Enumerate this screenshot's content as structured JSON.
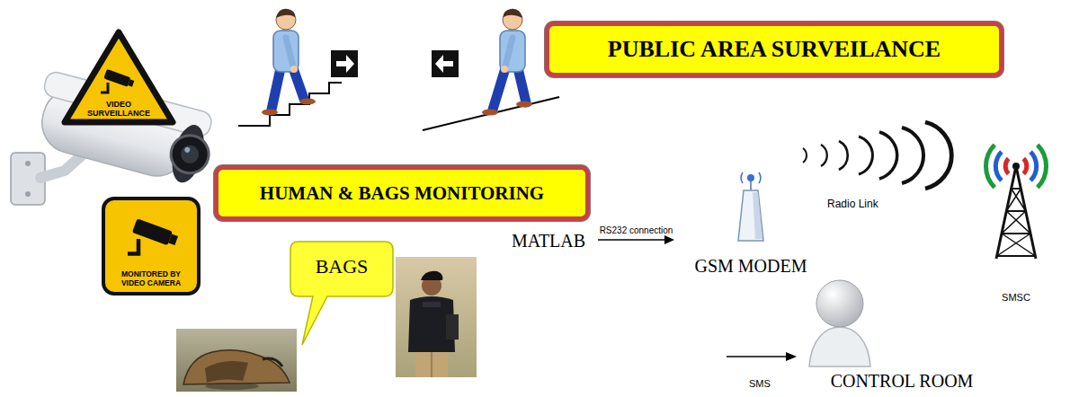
{
  "diagram": {
    "nodes": [
      {
        "text": [
          "VIDEO SURVEILLANCE"
        ]
      },
      {
        "text": [
          "PUBLIC AREA SURVEILANCE"
        ]
      },
      {
        "text": [
          "HUMAN & BAGS MONITORING"
        ]
      },
      {
        "text": [
          "MONITORED BY VIDEO CAMERA"
        ]
      },
      {
        "text": [
          "MATLAB"
        ]
      },
      {
        "text": [
          "GSM MODEM"
        ]
      },
      {
        "text": [
          "SMSC"
        ]
      },
      {
        "text": [
          "BAGS"
        ]
      },
      {
        "text": [
          "CONTROL ROOM"
        ]
      }
    ],
    "edges": [
      {
        "from": 4,
        "to": 5,
        "label": "RS232 connection",
        "arrow": "to"
      }
    ],
    "labels": [
      "Radio Link",
      "SMS"
    ]
  }
}
